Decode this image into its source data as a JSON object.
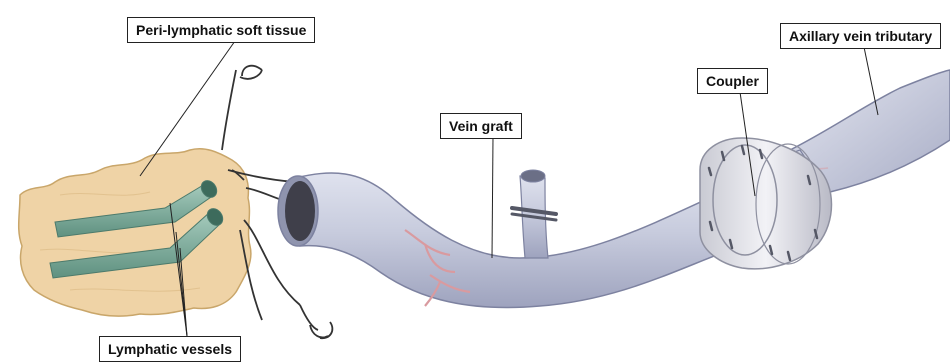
{
  "labels": {
    "peri_lymphatic": "Peri-lymphatic soft tissue",
    "axillary_tributary": "Axillary vein tributary",
    "coupler": "Coupler",
    "vein_graft": "Vein graft",
    "lymphatic_vessels": "Lymphatic vessels"
  },
  "colors": {
    "tissue_fill": "#efd3a6",
    "tissue_edge": "#c9a66a",
    "lymphatic": "#7fae9d",
    "vein": "#c9cde0",
    "vein_shadow": "#9ea3be",
    "vein_highlight": "#eef0f8",
    "coupler": "#e3e4ea",
    "suture": "#333333",
    "branch_vessel": "#d99a9f",
    "leader": "#222222"
  }
}
